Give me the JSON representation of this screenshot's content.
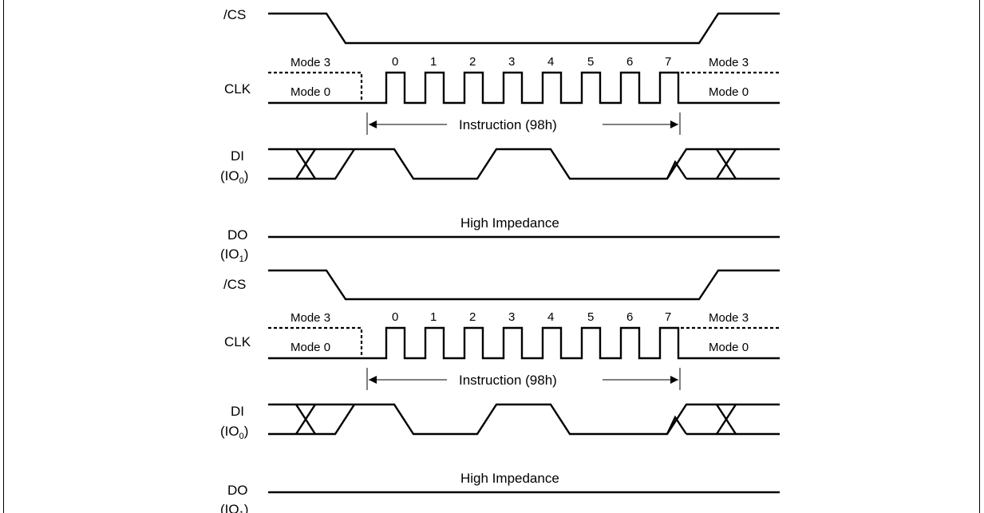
{
  "signals": {
    "cs": "/CS",
    "clk": "CLK",
    "di_name": "DI",
    "di_io": "(IO",
    "di_sub": "0",
    "do_name": "DO",
    "do_io": "(IO",
    "do_sub": "1",
    "close_paren": ")"
  },
  "clock": {
    "mode3_left": "Mode 3",
    "mode0_left": "Mode 0",
    "mode3_right": "Mode 3",
    "mode0_right": "Mode 0",
    "bits": [
      "0",
      "1",
      "2",
      "3",
      "4",
      "5",
      "6",
      "7"
    ]
  },
  "instruction_label": "Instruction (98h)",
  "do_state": "High Impedance"
}
